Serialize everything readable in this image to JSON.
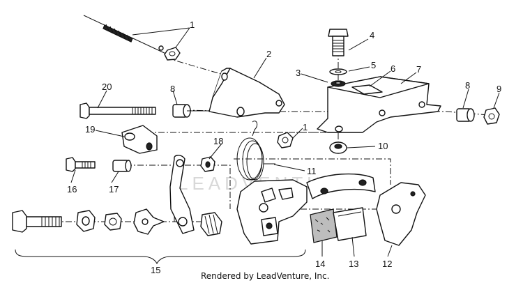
{
  "diagram": {
    "watermark": "LEADVENTURE",
    "footer": "Rendered by LeadVenture, Inc.",
    "callouts": {
      "c1a": "1",
      "c1b": "1",
      "c2": "2",
      "c3": "3",
      "c4": "4",
      "c5": "5",
      "c6": "6",
      "c7": "7",
      "c8a": "8",
      "c8b": "8",
      "c9": "9",
      "c10": "10",
      "c11": "11",
      "c12": "12",
      "c13": "13",
      "c14": "14",
      "c15": "15",
      "c16": "16",
      "c17": "17",
      "c18": "18",
      "c19": "19",
      "c20": "20"
    }
  }
}
